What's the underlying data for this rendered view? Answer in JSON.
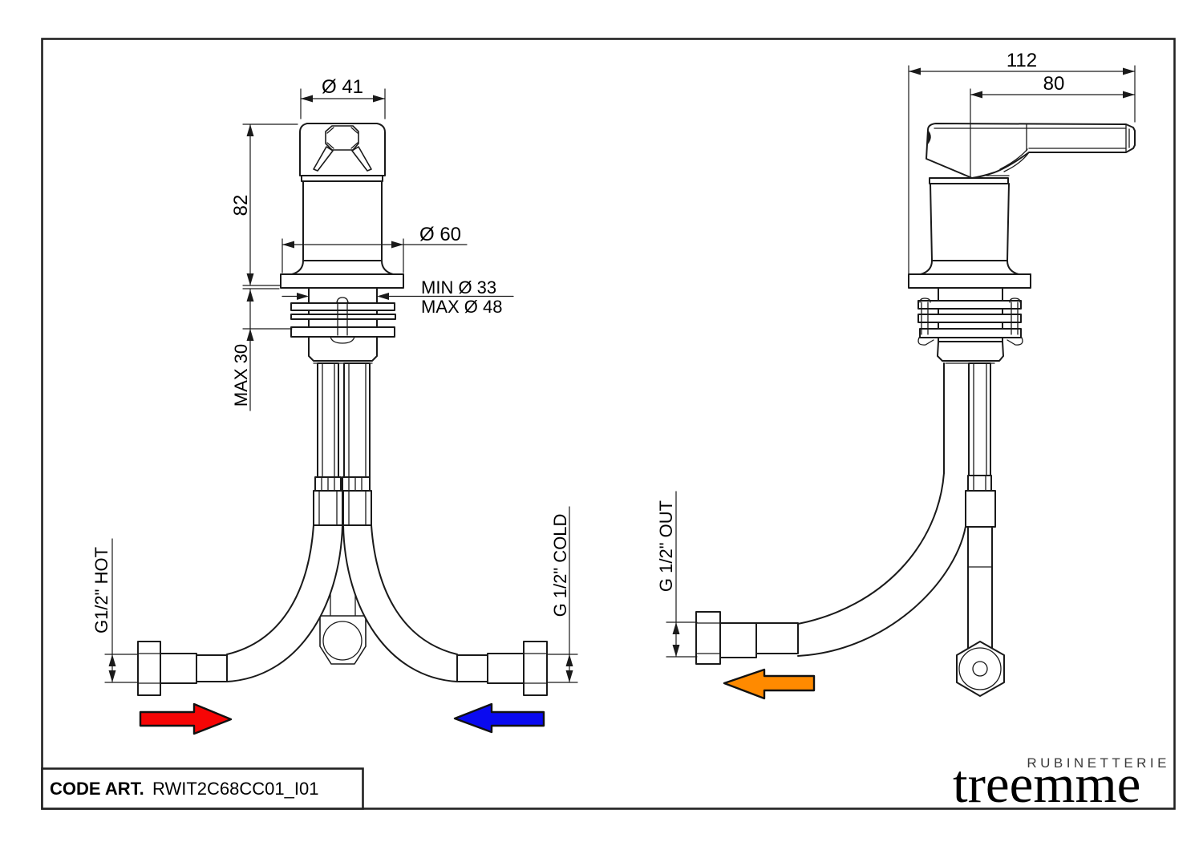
{
  "front_view": {
    "dims": {
      "handle_diameter": "Ø 41",
      "body_height": "82",
      "base_diameter": "Ø 60",
      "hole_min": "MIN Ø 33",
      "hole_max": "MAX Ø 48",
      "counter_thickness": "MAX 30"
    },
    "labels": {
      "hot": "G1/2\" HOT",
      "cold": "G 1/2\" COLD"
    }
  },
  "side_view": {
    "dims": {
      "overall_length": "112",
      "lever_length": "80"
    },
    "labels": {
      "out": "G 1/2\" OUT"
    }
  },
  "colors": {
    "hot_arrow": "#f60505",
    "cold_arrow": "#0a0af0",
    "out_arrow": "#ff8a00"
  },
  "title_block": {
    "label": "CODE ART.",
    "value": "RWIT2C68CC01_I01"
  },
  "logo": {
    "subtitle": "RUBINETTERIE",
    "name": "treemme"
  }
}
